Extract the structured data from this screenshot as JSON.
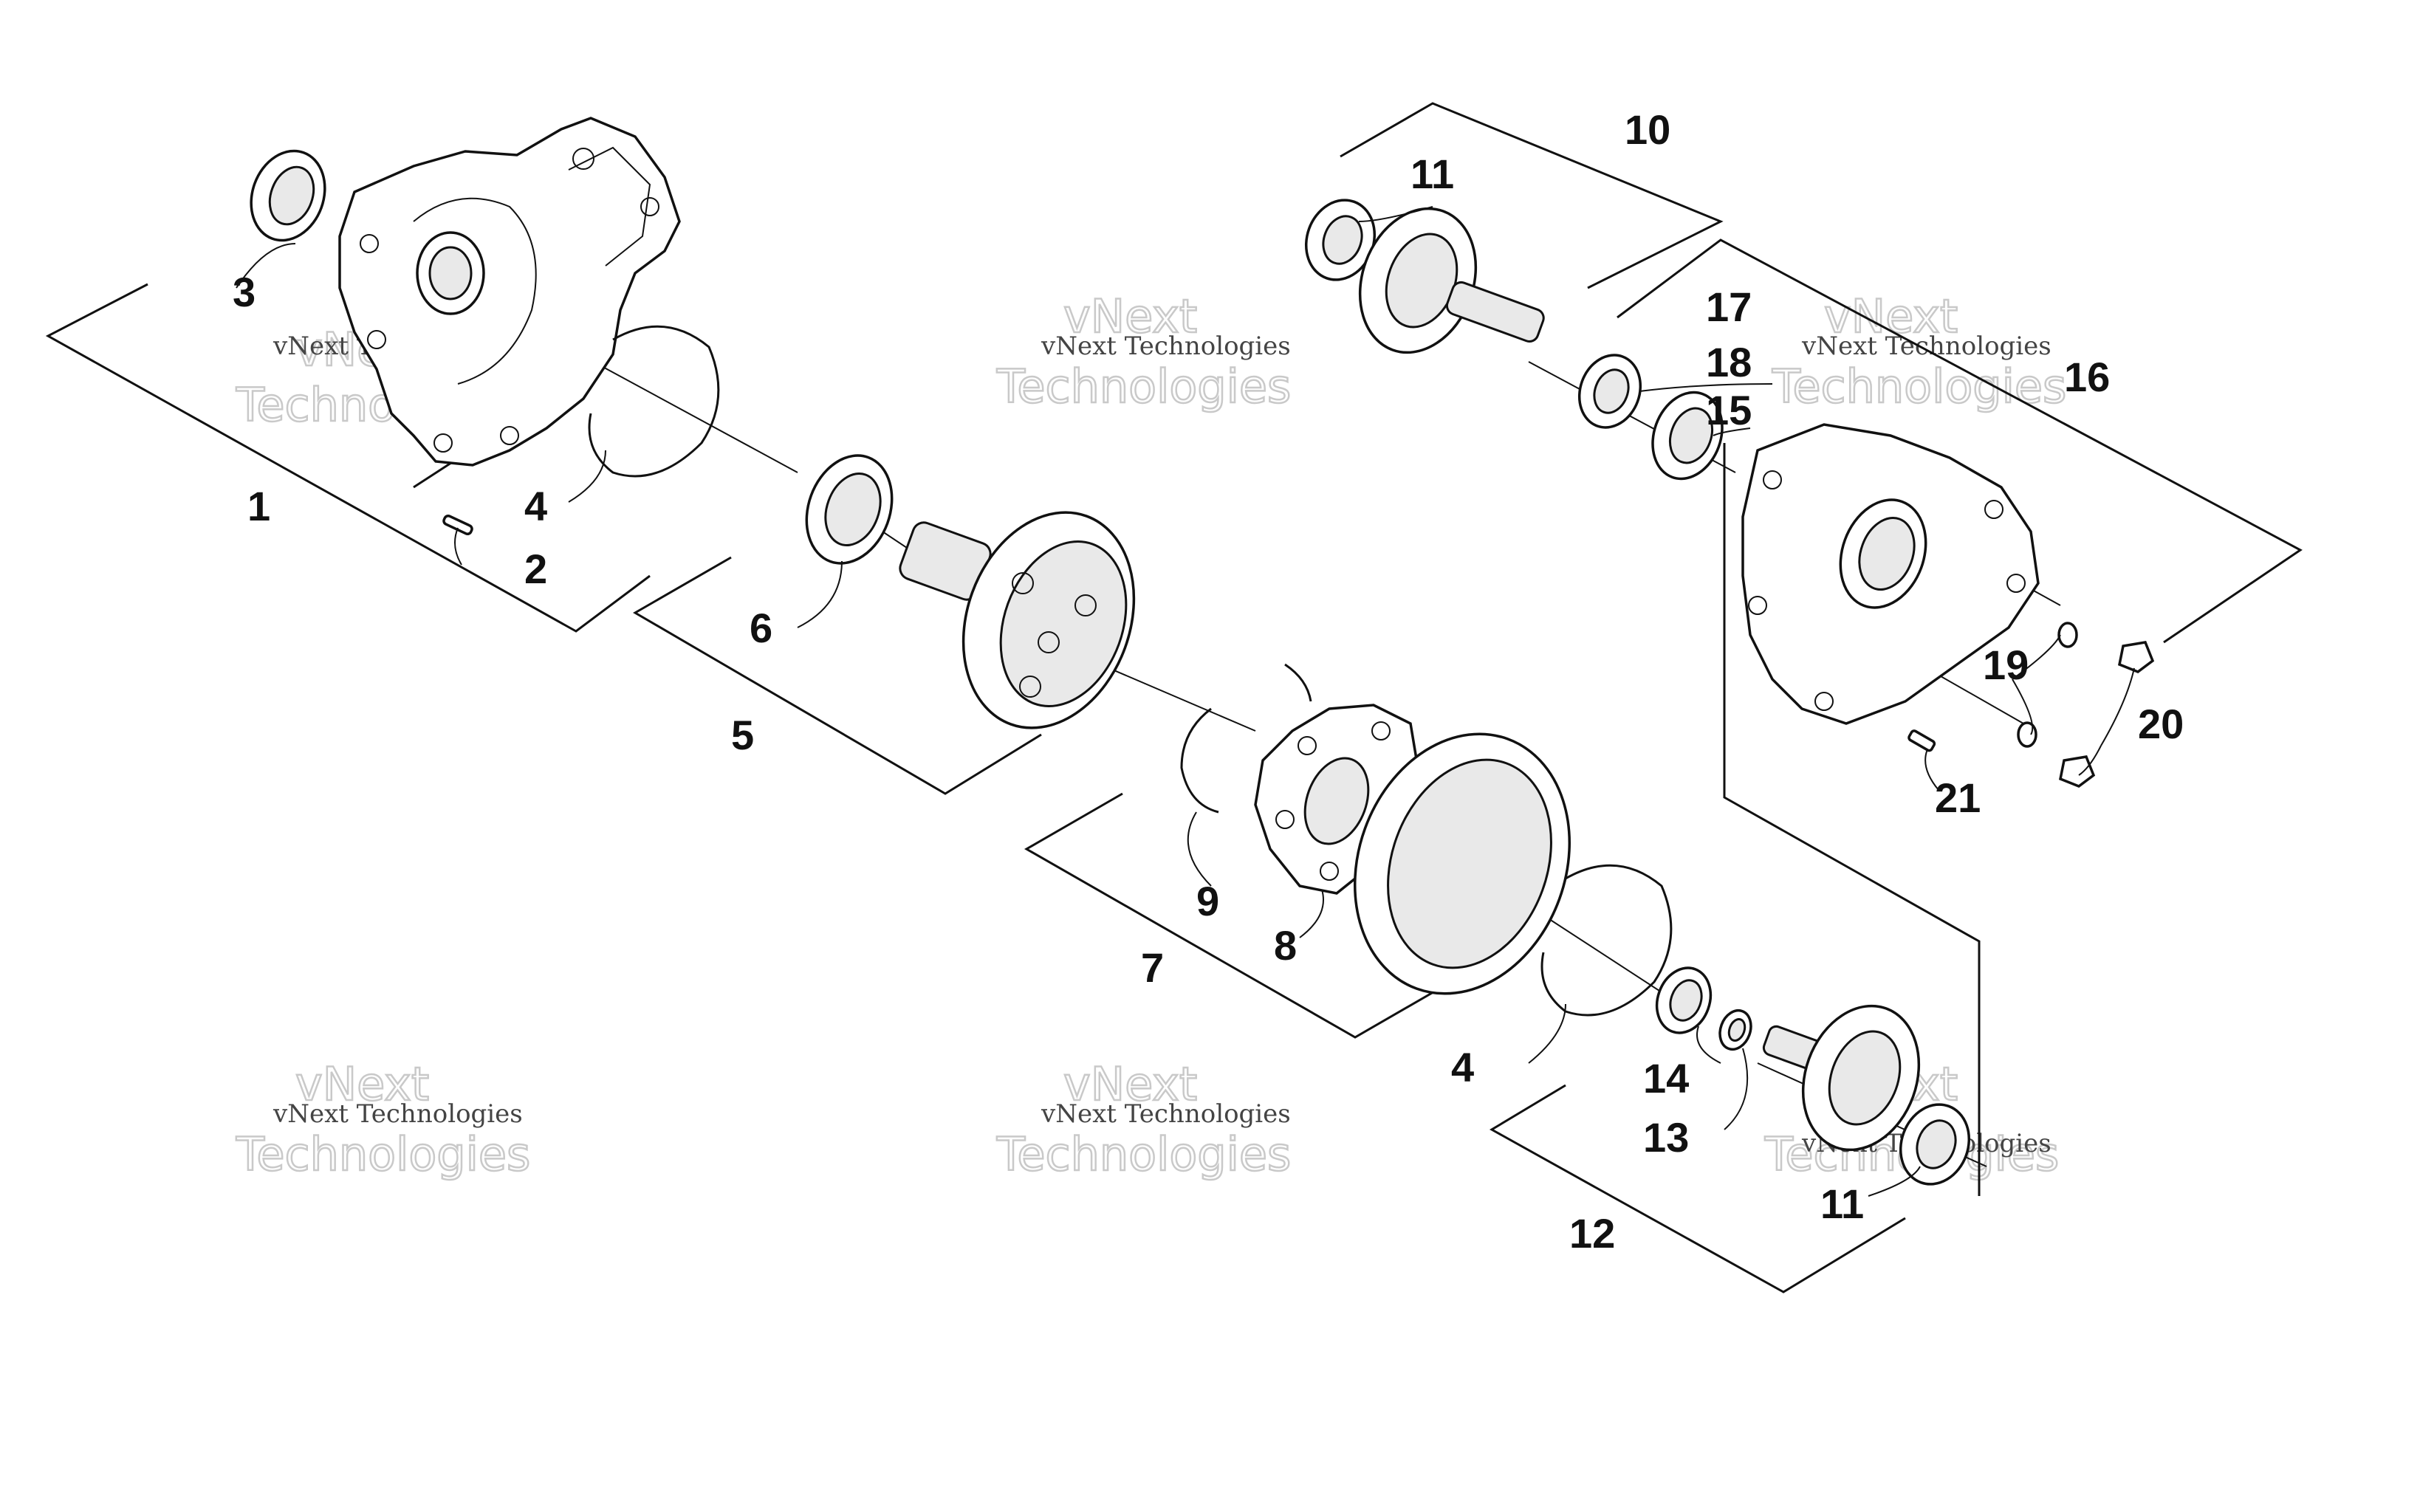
{
  "callouts": {
    "c1": "1",
    "c2": "2",
    "c3": "3",
    "c4a": "4",
    "c4b": "4",
    "c5": "5",
    "c6": "6",
    "c7": "7",
    "c8": "8",
    "c9": "9",
    "c10": "10",
    "c11a": "11",
    "c11b": "11",
    "c12": "12",
    "c13": "13",
    "c14": "14",
    "c15": "15",
    "c16": "16",
    "c17": "17",
    "c18": "18",
    "c19": "19",
    "c20": "20",
    "c21": "21"
  },
  "watermark": {
    "small": "vNext Technologies",
    "big_line1": "vNext",
    "big_line2": "Technologies"
  }
}
